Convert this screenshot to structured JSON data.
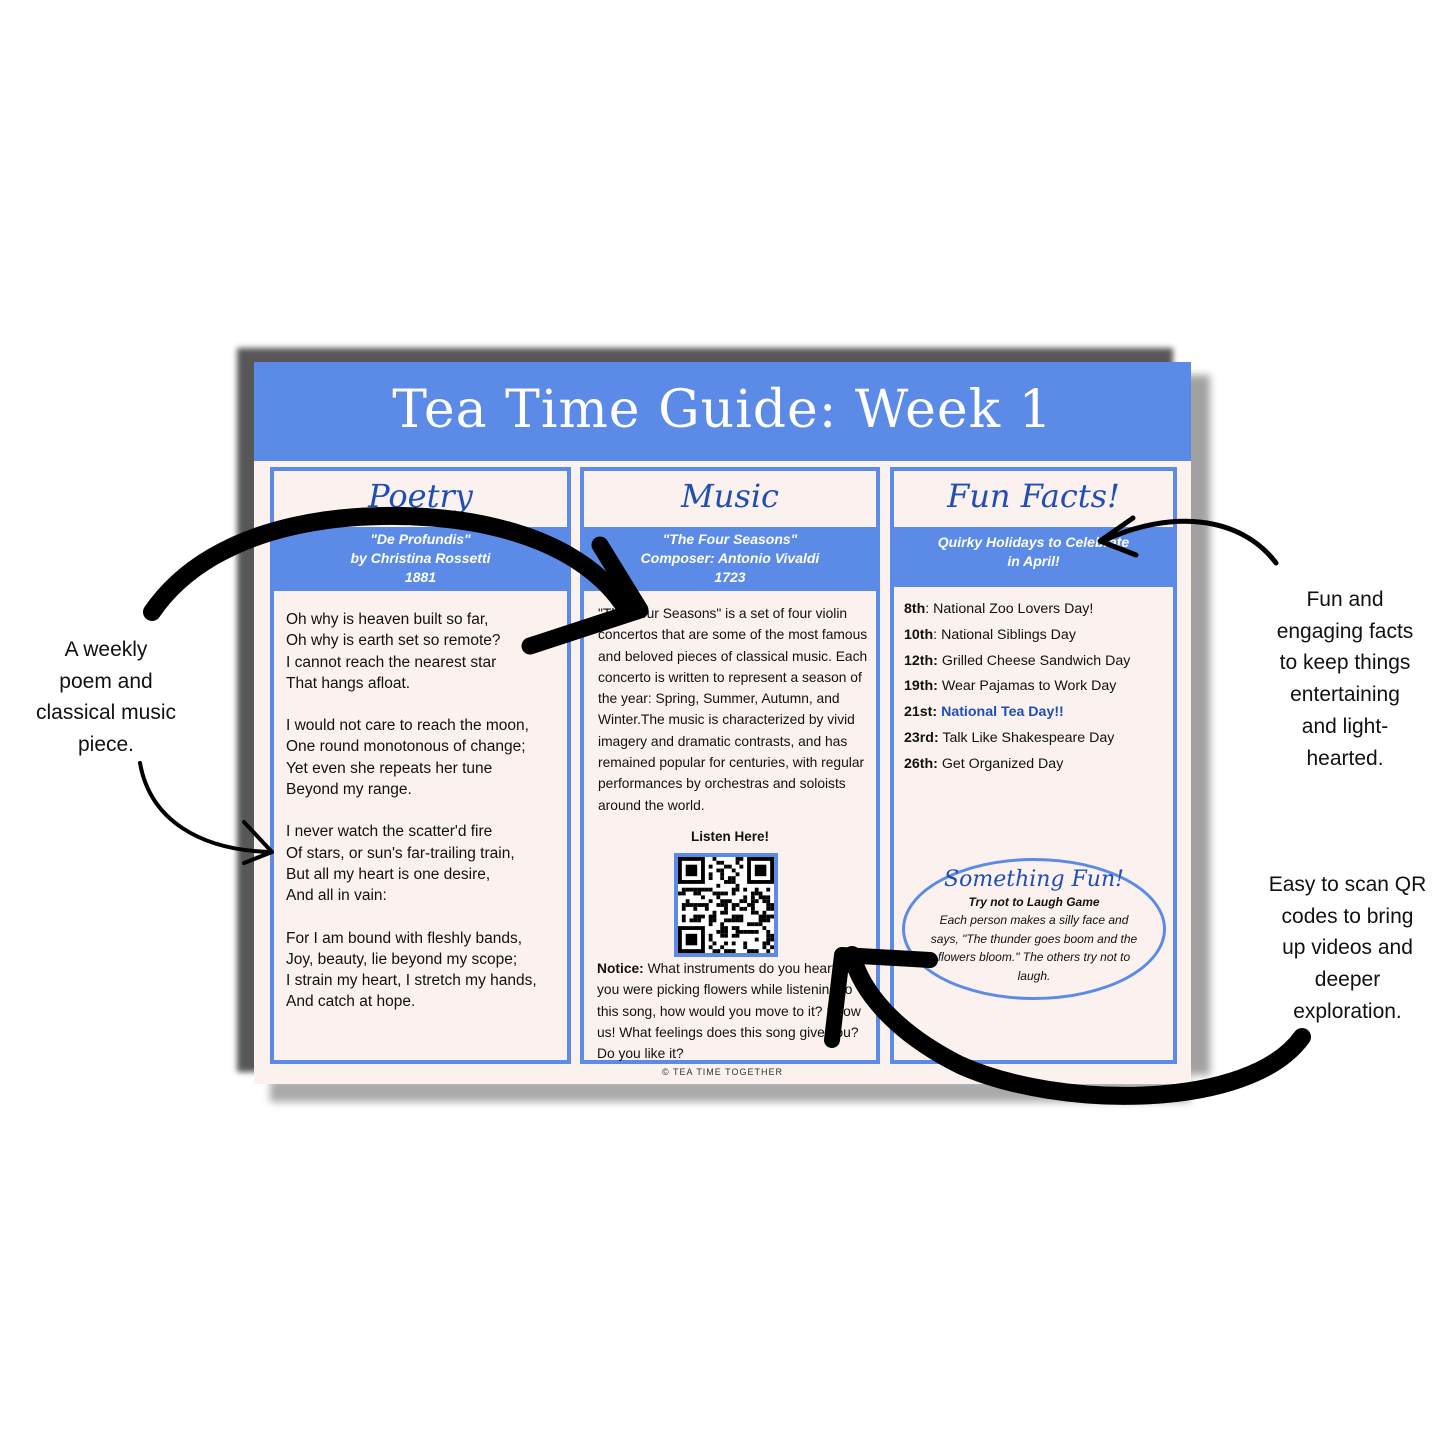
{
  "page": {
    "title": "Tea Time Guide: Week 1",
    "footer": "© TEA TIME TOGETHER"
  },
  "poetry": {
    "heading": "Poetry",
    "poem_title": "\"De Profundis\"",
    "author": "by Christina Rossetti",
    "year": "1881",
    "stanzas": [
      [
        "Oh why is heaven built so far,",
        "Oh why is earth set so remote?",
        "I cannot reach the nearest star",
        "That hangs afloat."
      ],
      [
        "I would not care to reach the moon,",
        "One round monotonous of change;",
        "Yet even she repeats her tune",
        "Beyond my range."
      ],
      [
        "I never watch the scatter'd fire",
        "Of stars, or sun's far-trailing train,",
        "But all my heart is one desire,",
        "And all in vain:"
      ],
      [
        "For I am bound with fleshly bands,",
        "Joy, beauty, lie beyond my scope;",
        "I strain my heart, I stretch my hands,",
        "And catch at hope."
      ]
    ]
  },
  "music": {
    "heading": "Music",
    "piece": "\"The Four Seasons\"",
    "composer": "Composer: Antonio Vivaldi",
    "year": "1723",
    "description": "\"The Four Seasons\" is a set of four violin concertos that are some of the most famous and beloved pieces of classical music. Each concerto is written to represent a season of the year: Spring, Summer, Autumn, and Winter.The music is characterized by vivid imagery and dramatic contrasts, and has remained popular for centuries, with regular performances by orchestras and soloists around the world.",
    "listen_label": "Listen Here!",
    "notice_label": "Notice:",
    "notice_text": "What instruments do you hear? If you were picking flowers while listening to this song, how would you move to it? Show us! What feelings does this song give you? Do you like it?"
  },
  "fun_facts": {
    "heading": "Fun Facts!",
    "subheading": "Quirky Holidays to Celebrate in April!",
    "items": [
      {
        "day": "8th",
        "sep": ":",
        "text": " National Zoo Lovers Day!"
      },
      {
        "day": "10th",
        "sep": ":",
        "text": " National Siblings Day"
      },
      {
        "day": "12th:",
        "sep": "",
        "text": " Grilled Cheese Sandwich Day"
      },
      {
        "day": "19th:",
        "sep": "",
        "text": " Wear Pajamas to Work Day"
      },
      {
        "day": "21st:",
        "sep": "",
        "text": " National Tea Day!!"
      },
      {
        "day": "23rd:",
        "sep": "",
        "text": " Talk Like Shakespeare Day"
      },
      {
        "day": "26th:",
        "sep": "",
        "text": " Get Organized Day"
      }
    ],
    "fun_title": "Something Fun!",
    "fun_game": "Try not to Laugh Game",
    "fun_desc": "Each person makes a silly face and says, \"The thunder goes boom and the flowers bloom.\" The others try not to laugh."
  },
  "annotations": {
    "left": [
      "A weekly",
      "poem and",
      "classical music",
      "piece."
    ],
    "right_top": [
      "Fun and",
      "engaging facts",
      "to keep things",
      "entertaining",
      "and light-",
      "hearted."
    ],
    "right_bottom": [
      "Easy to scan QR",
      "codes to bring",
      "up videos and",
      "deeper",
      "exploration."
    ]
  },
  "colors": {
    "accent": "#5b8be6",
    "heading_blue": "#1f4fb4",
    "paper": "#fbf1ee"
  }
}
